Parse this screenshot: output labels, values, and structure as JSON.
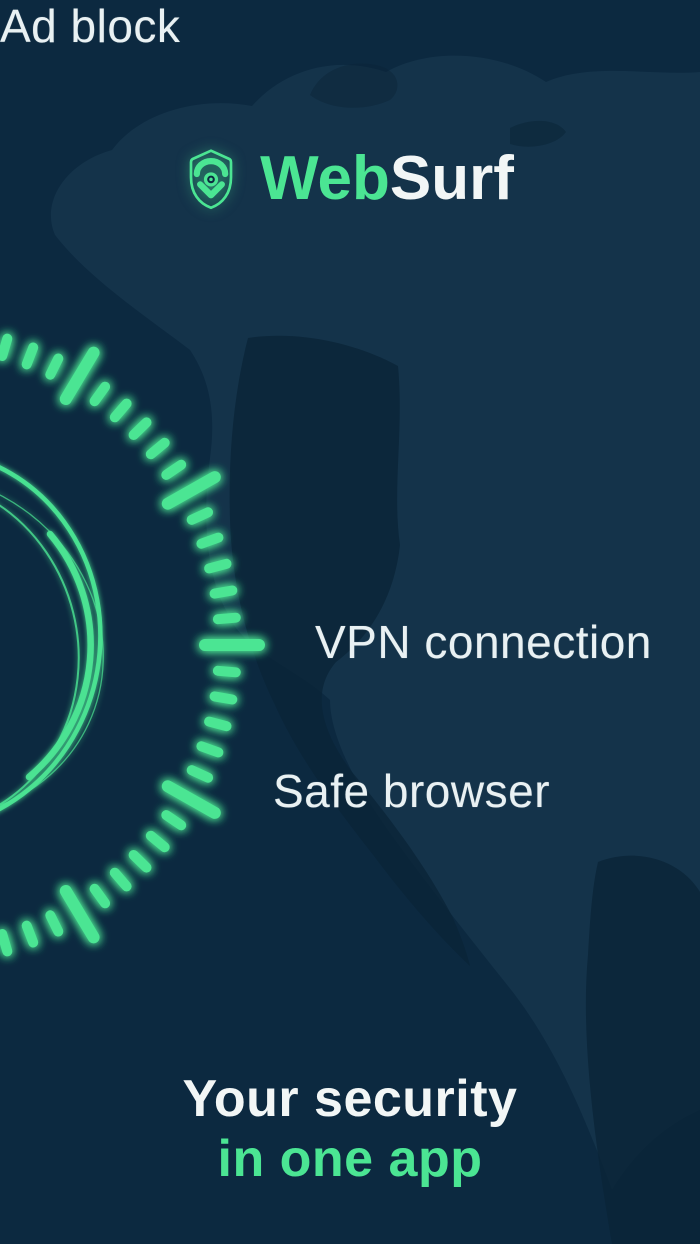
{
  "app": {
    "brand_primary": "Web",
    "brand_secondary": "Surf"
  },
  "logo": {
    "icon": "shield-eye-icon"
  },
  "features": [
    {
      "label": "VPN connection"
    },
    {
      "label": "Safe browser"
    },
    {
      "label": "Ad block"
    }
  ],
  "tagline": {
    "line1": "Your security",
    "line2": "in one app"
  },
  "decor": {
    "gauge": "glowing-tick-ring",
    "sketch_circle": "hand-drawn-circle",
    "background": "world-map-silhouette"
  },
  "colors": {
    "background": "#0C2940",
    "map_light": "#14334A",
    "map_dark": "#0A2437",
    "accent": "#4BE593",
    "text": "#F2F6F6"
  }
}
